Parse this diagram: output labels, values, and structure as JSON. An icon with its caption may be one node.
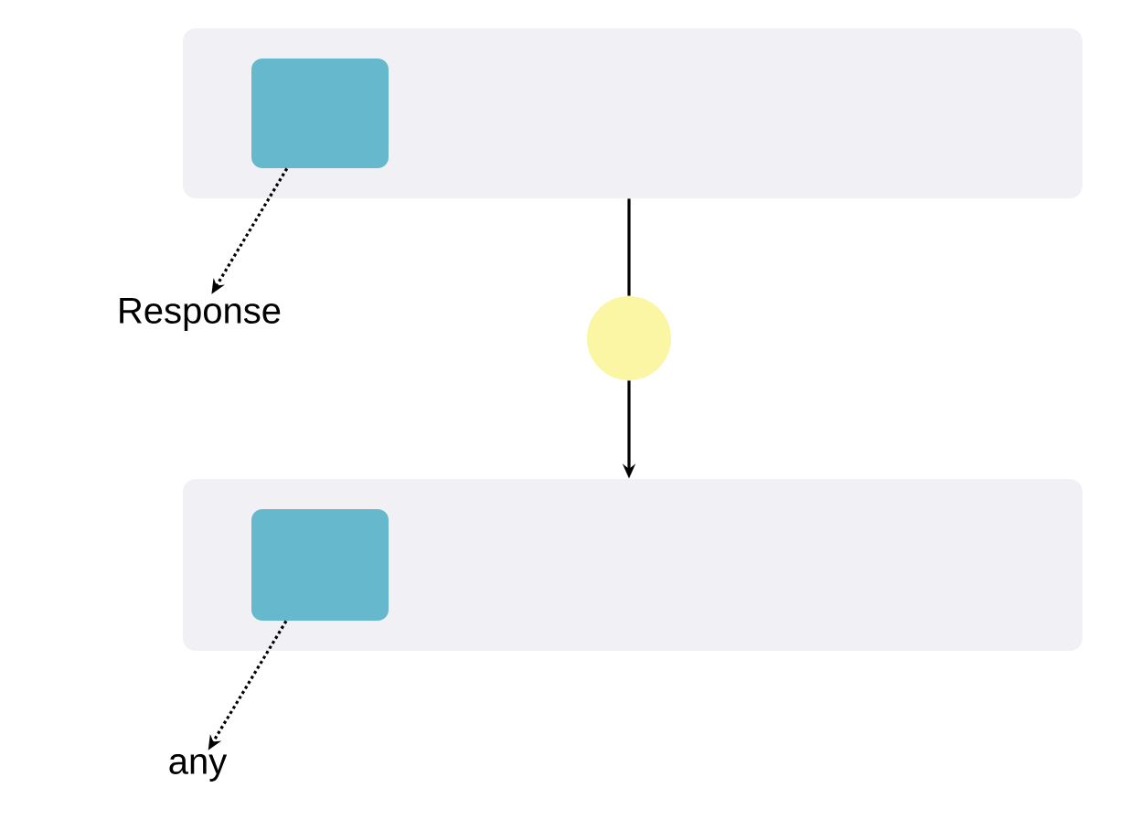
{
  "diagram": {
    "nodes": [
      {
        "text": [],
        "shape": "box"
      },
      {
        "text": [],
        "shape": "box",
        "in": 0
      },
      {
        "text": [
          "Response"
        ]
      },
      {
        "text": [],
        "shape": "circle"
      },
      {
        "text": [],
        "shape": "box"
      },
      {
        "text": [],
        "shape": "box",
        "in": 4
      },
      {
        "text": [
          "any"
        ]
      }
    ],
    "edges": [
      {
        "from": 1,
        "to": 2,
        "arrow": "to",
        "style": "dashed"
      },
      {
        "from": 0,
        "to": 3,
        "arrow": "none"
      },
      {
        "from": 3,
        "to": 4,
        "arrow": "to"
      },
      {
        "from": 5,
        "to": 6,
        "arrow": "to",
        "style": "dashed"
      }
    ]
  }
}
